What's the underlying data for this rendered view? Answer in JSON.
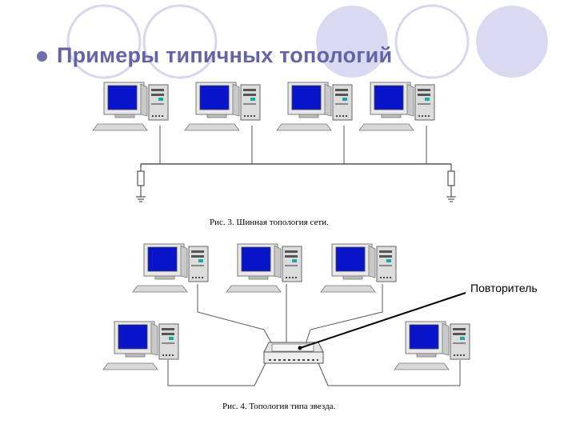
{
  "slide": {
    "title": "Примеры типичных топологий"
  },
  "figures": {
    "bus_caption": "Рис. 3. Шинная топология сети.",
    "star_caption": "Рис. 4. Топология типа звезда."
  },
  "annotations": {
    "repeater_label": "Повторитель"
  },
  "colors": {
    "title": "#6464a4",
    "circle_fill": "#d9d9f2",
    "screen": "#0a14c8"
  }
}
